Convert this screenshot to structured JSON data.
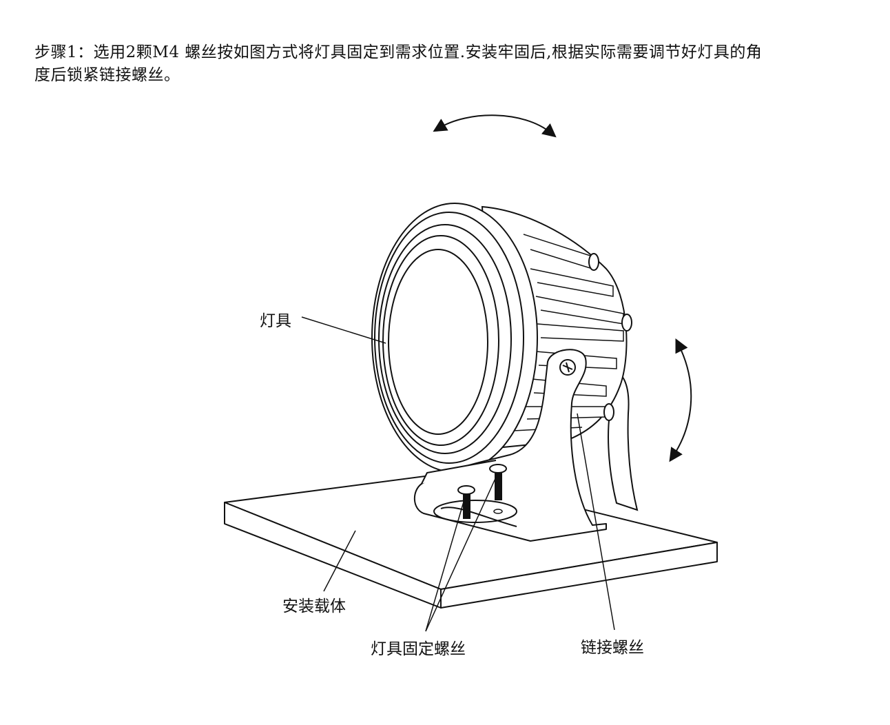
{
  "instruction": {
    "line1": "步骤1：选用2颗M4 螺丝按如图方式将灯具固定到需求位置.安装牢固后,根据实际需要调节好灯具的角",
    "line2": "度后锁紧链接螺丝。"
  },
  "labels": {
    "lamp": "灯具",
    "carrier": "安装载体",
    "fixing_screws": "灯具固定螺丝",
    "link_screw": "链接螺丝"
  }
}
